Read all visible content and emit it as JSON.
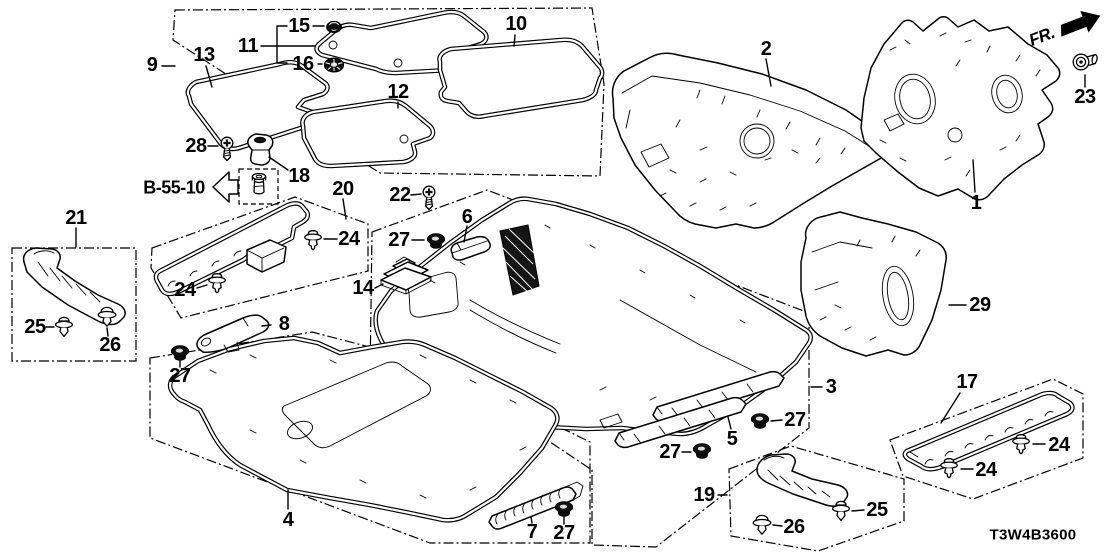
{
  "diagram": {
    "code": "T3W4B3600",
    "detail_reference": "B-55-10",
    "direction_indicator": "FR.",
    "background_color": "#ffffff",
    "line_color": "#000000"
  },
  "callouts": [
    {
      "label": "9"
    },
    {
      "label": "13"
    },
    {
      "label": "15"
    },
    {
      "label": "11"
    },
    {
      "label": "16"
    },
    {
      "label": "10"
    },
    {
      "label": "12"
    },
    {
      "label": "2"
    },
    {
      "label": "23"
    },
    {
      "label": "1"
    },
    {
      "label": "28"
    },
    {
      "label": "18"
    },
    {
      "label": "20"
    },
    {
      "label": "22"
    },
    {
      "label": "21"
    },
    {
      "label": "24"
    },
    {
      "label": "24"
    },
    {
      "label": "27"
    },
    {
      "label": "6"
    },
    {
      "label": "14"
    },
    {
      "label": "25"
    },
    {
      "label": "26"
    },
    {
      "label": "8"
    },
    {
      "label": "27"
    },
    {
      "label": "4"
    },
    {
      "label": "7"
    },
    {
      "label": "27"
    },
    {
      "label": "27"
    },
    {
      "label": "5"
    },
    {
      "label": "27"
    },
    {
      "label": "3"
    },
    {
      "label": "29"
    },
    {
      "label": "19"
    },
    {
      "label": "25"
    },
    {
      "label": "26"
    },
    {
      "label": "17"
    },
    {
      "label": "24"
    },
    {
      "label": "24"
    }
  ]
}
